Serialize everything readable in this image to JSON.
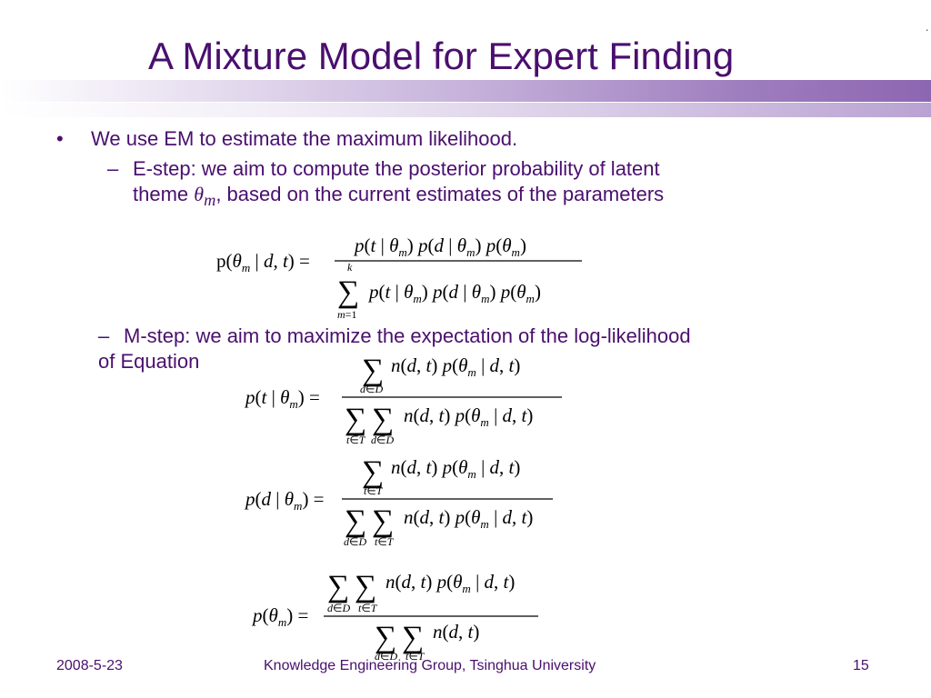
{
  "title": "A Mixture Model for Expert Finding",
  "bullets": {
    "main_marker": "•",
    "main": "We use EM to estimate the maximum likelihood.",
    "sub_marker": "–",
    "e_step": {
      "line1": "E-step: we aim to compute the posterior probability of latent",
      "line2_pre": "theme ",
      "theta": "θ",
      "sub_m": "m",
      "line2_post": ", based on the current estimates of the parameters"
    },
    "m_step": {
      "line1": "M-step: we aim to maximize the expectation of the log-likelihood",
      "line2": "of Equation"
    }
  },
  "footer": {
    "date": "2008-5-23",
    "org": "Knowledge Engineering Group, Tsinghua University",
    "page": "15"
  },
  "colors": {
    "title_text": "#4a0f6e",
    "band_dark": "#8d66b1",
    "band_light": "#e9e1f1",
    "equation_text": "#000000"
  }
}
